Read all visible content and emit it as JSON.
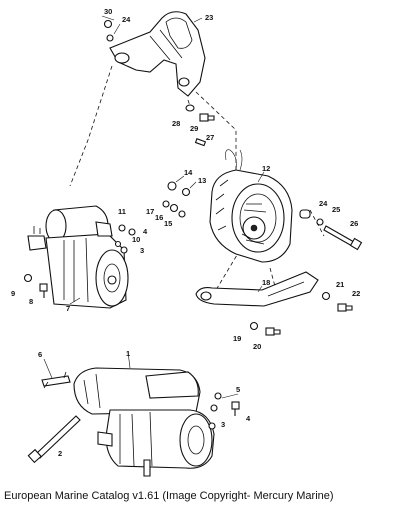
{
  "caption": "European Marine Catalog v1.61 (Image Copyright- Mercury Marine)",
  "callouts": {
    "c30": "30",
    "c24a": "24",
    "c23": "23",
    "c28": "28",
    "c29": "29",
    "c27": "27",
    "c12": "12",
    "c14": "14",
    "c13": "13",
    "c17": "17",
    "c16": "16",
    "c15": "15",
    "c11": "11",
    "c4a": "4",
    "c10": "10",
    "c3a": "3",
    "c9": "9",
    "c8": "8",
    "c7": "7",
    "c24b": "24",
    "c25": "25",
    "c26": "26",
    "c18": "18",
    "c21": "21",
    "c22": "22",
    "c19": "19",
    "c20": "20",
    "c6": "6",
    "c1": "1",
    "c5": "5",
    "c4b": "4",
    "c3b": "3",
    "c2": "2"
  }
}
